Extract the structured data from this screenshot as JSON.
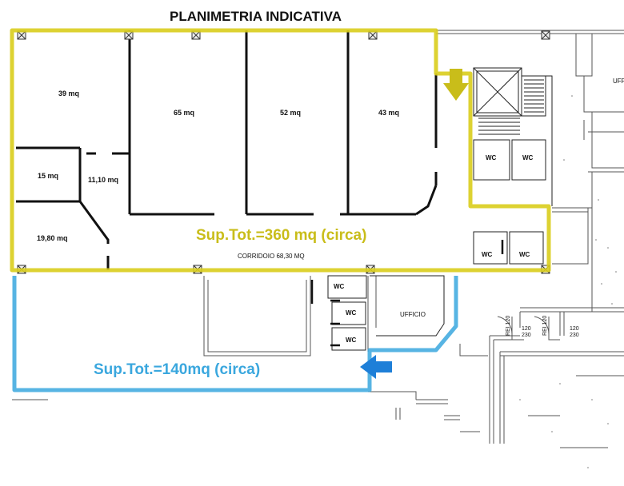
{
  "title": "PLANIMETRIA INDICATIVA",
  "rooms": {
    "r39": "39 mq",
    "r65": "65 mq",
    "r52": "52 mq",
    "r43": "43 mq",
    "r15": "15 mq",
    "r1110": "11,10  mq",
    "r1980": "19,80 mq",
    "corridor": "CORRIDOIO 68,30 MQ",
    "ufficio": "UFFICIO",
    "uff_cut": "UFF"
  },
  "wc_label": "WC",
  "totals": {
    "yellow": "Sup.Tot.=360 mq (circa)",
    "blue": "Sup.Tot.=140mq (circa)"
  },
  "doors": {
    "rei": "REI 120",
    "size_top": "120",
    "size_bottom": "230"
  },
  "colors": {
    "yellow_outline": "#d9cd1c",
    "yellow_text": "#c9bd1a",
    "blue_outline": "#3aa7de",
    "blue_text": "#3aa7de",
    "arrow_blue": "#1e7fd8",
    "walls": "#111111",
    "thin_lines": "#555555"
  }
}
